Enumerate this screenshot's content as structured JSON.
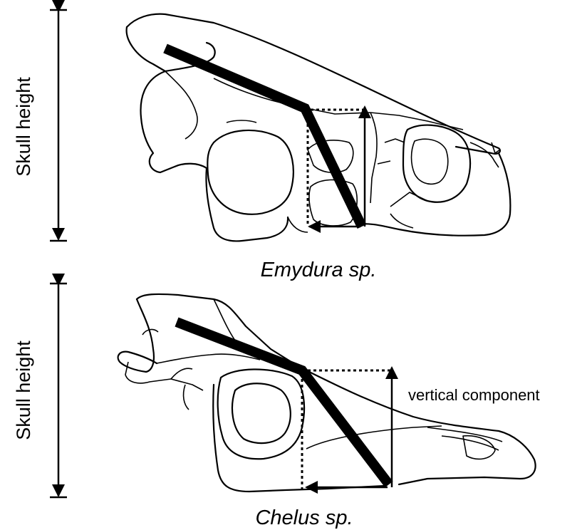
{
  "top_panel": {
    "axis_label": "Skull height",
    "caption": "Emydura sp."
  },
  "bottom_panel": {
    "axis_label": "Skull height",
    "caption": "Chelus sp.",
    "component_label": "vertical component"
  }
}
